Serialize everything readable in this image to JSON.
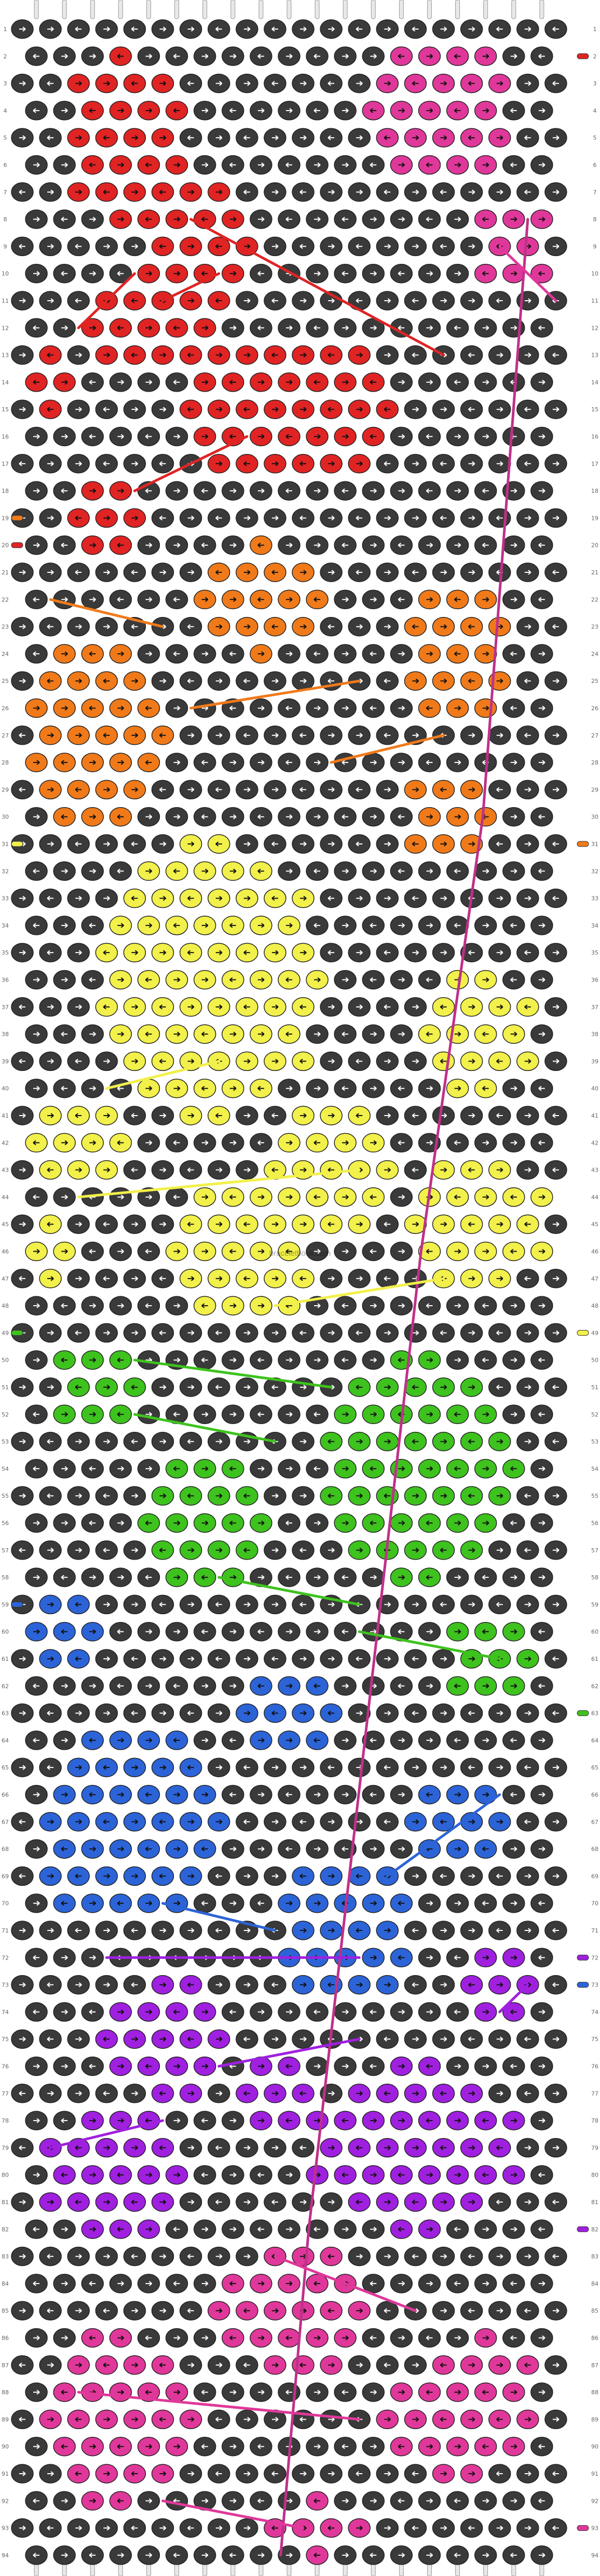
{
  "pattern": {
    "rows": 94,
    "columns": 20,
    "row_numbers": [
      1,
      2,
      3,
      4,
      5,
      6,
      7,
      8,
      9,
      10,
      11,
      12,
      13,
      14,
      15,
      16,
      17,
      18,
      19,
      20,
      21,
      22,
      23,
      24,
      25,
      26,
      27,
      28,
      29,
      30,
      31,
      32,
      33,
      34,
      35,
      36,
      37,
      38,
      39,
      40,
      41,
      42,
      43,
      44,
      45,
      46,
      47,
      48,
      49,
      50,
      51,
      52,
      53,
      54,
      55,
      56,
      57,
      58,
      59,
      60,
      61,
      62,
      63,
      64,
      65,
      66,
      67,
      68,
      69,
      70,
      71,
      72,
      73,
      74,
      75,
      76,
      77,
      78,
      79,
      80,
      81,
      82,
      83,
      84,
      85,
      86,
      87,
      88,
      89,
      90,
      91,
      92,
      93,
      94
    ],
    "watermark": "braceletbook.com",
    "colors": {
      "background_knot": "#3a3a3a",
      "red": "#e02424",
      "orange": "#f07a1a",
      "yellow": "#f2f04a",
      "green": "#3ec21e",
      "blue": "#2c64d8",
      "purple": "#a020e0",
      "pink": "#e0389a",
      "diagonal_thread": "#c0308a"
    },
    "color_bands": [
      {
        "color": "red",
        "from_row": 1,
        "to_row": 20
      },
      {
        "color": "orange",
        "from_row": 20,
        "to_row": 31
      },
      {
        "color": "yellow",
        "from_row": 31,
        "to_row": 49
      },
      {
        "color": "green",
        "from_row": 49,
        "to_row": 63
      },
      {
        "color": "blue",
        "from_row": 58,
        "to_row": 72
      },
      {
        "color": "purple",
        "from_row": 72,
        "to_row": 83
      },
      {
        "color": "pink",
        "from_row": 1,
        "to_row": 10
      },
      {
        "color": "pink",
        "from_row": 83,
        "to_row": 94
      }
    ],
    "edge_markers": [
      {
        "row": 2,
        "side": "right",
        "color": "red"
      },
      {
        "row": 19,
        "side": "left",
        "color": "orange"
      },
      {
        "row": 20,
        "side": "left",
        "color": "red"
      },
      {
        "row": 31,
        "side": "left",
        "color": "yellow"
      },
      {
        "row": 31,
        "side": "right",
        "color": "orange"
      },
      {
        "row": 49,
        "side": "left",
        "color": "green"
      },
      {
        "row": 49,
        "side": "right",
        "color": "yellow"
      },
      {
        "row": 59,
        "side": "left",
        "color": "blue"
      },
      {
        "row": 63,
        "side": "right",
        "color": "green"
      },
      {
        "row": 72,
        "side": "right",
        "color": "purple"
      },
      {
        "row": 73,
        "side": "right",
        "color": "blue"
      },
      {
        "row": 82,
        "side": "right",
        "color": "purple"
      },
      {
        "row": 93,
        "side": "right",
        "color": "pink"
      }
    ]
  }
}
